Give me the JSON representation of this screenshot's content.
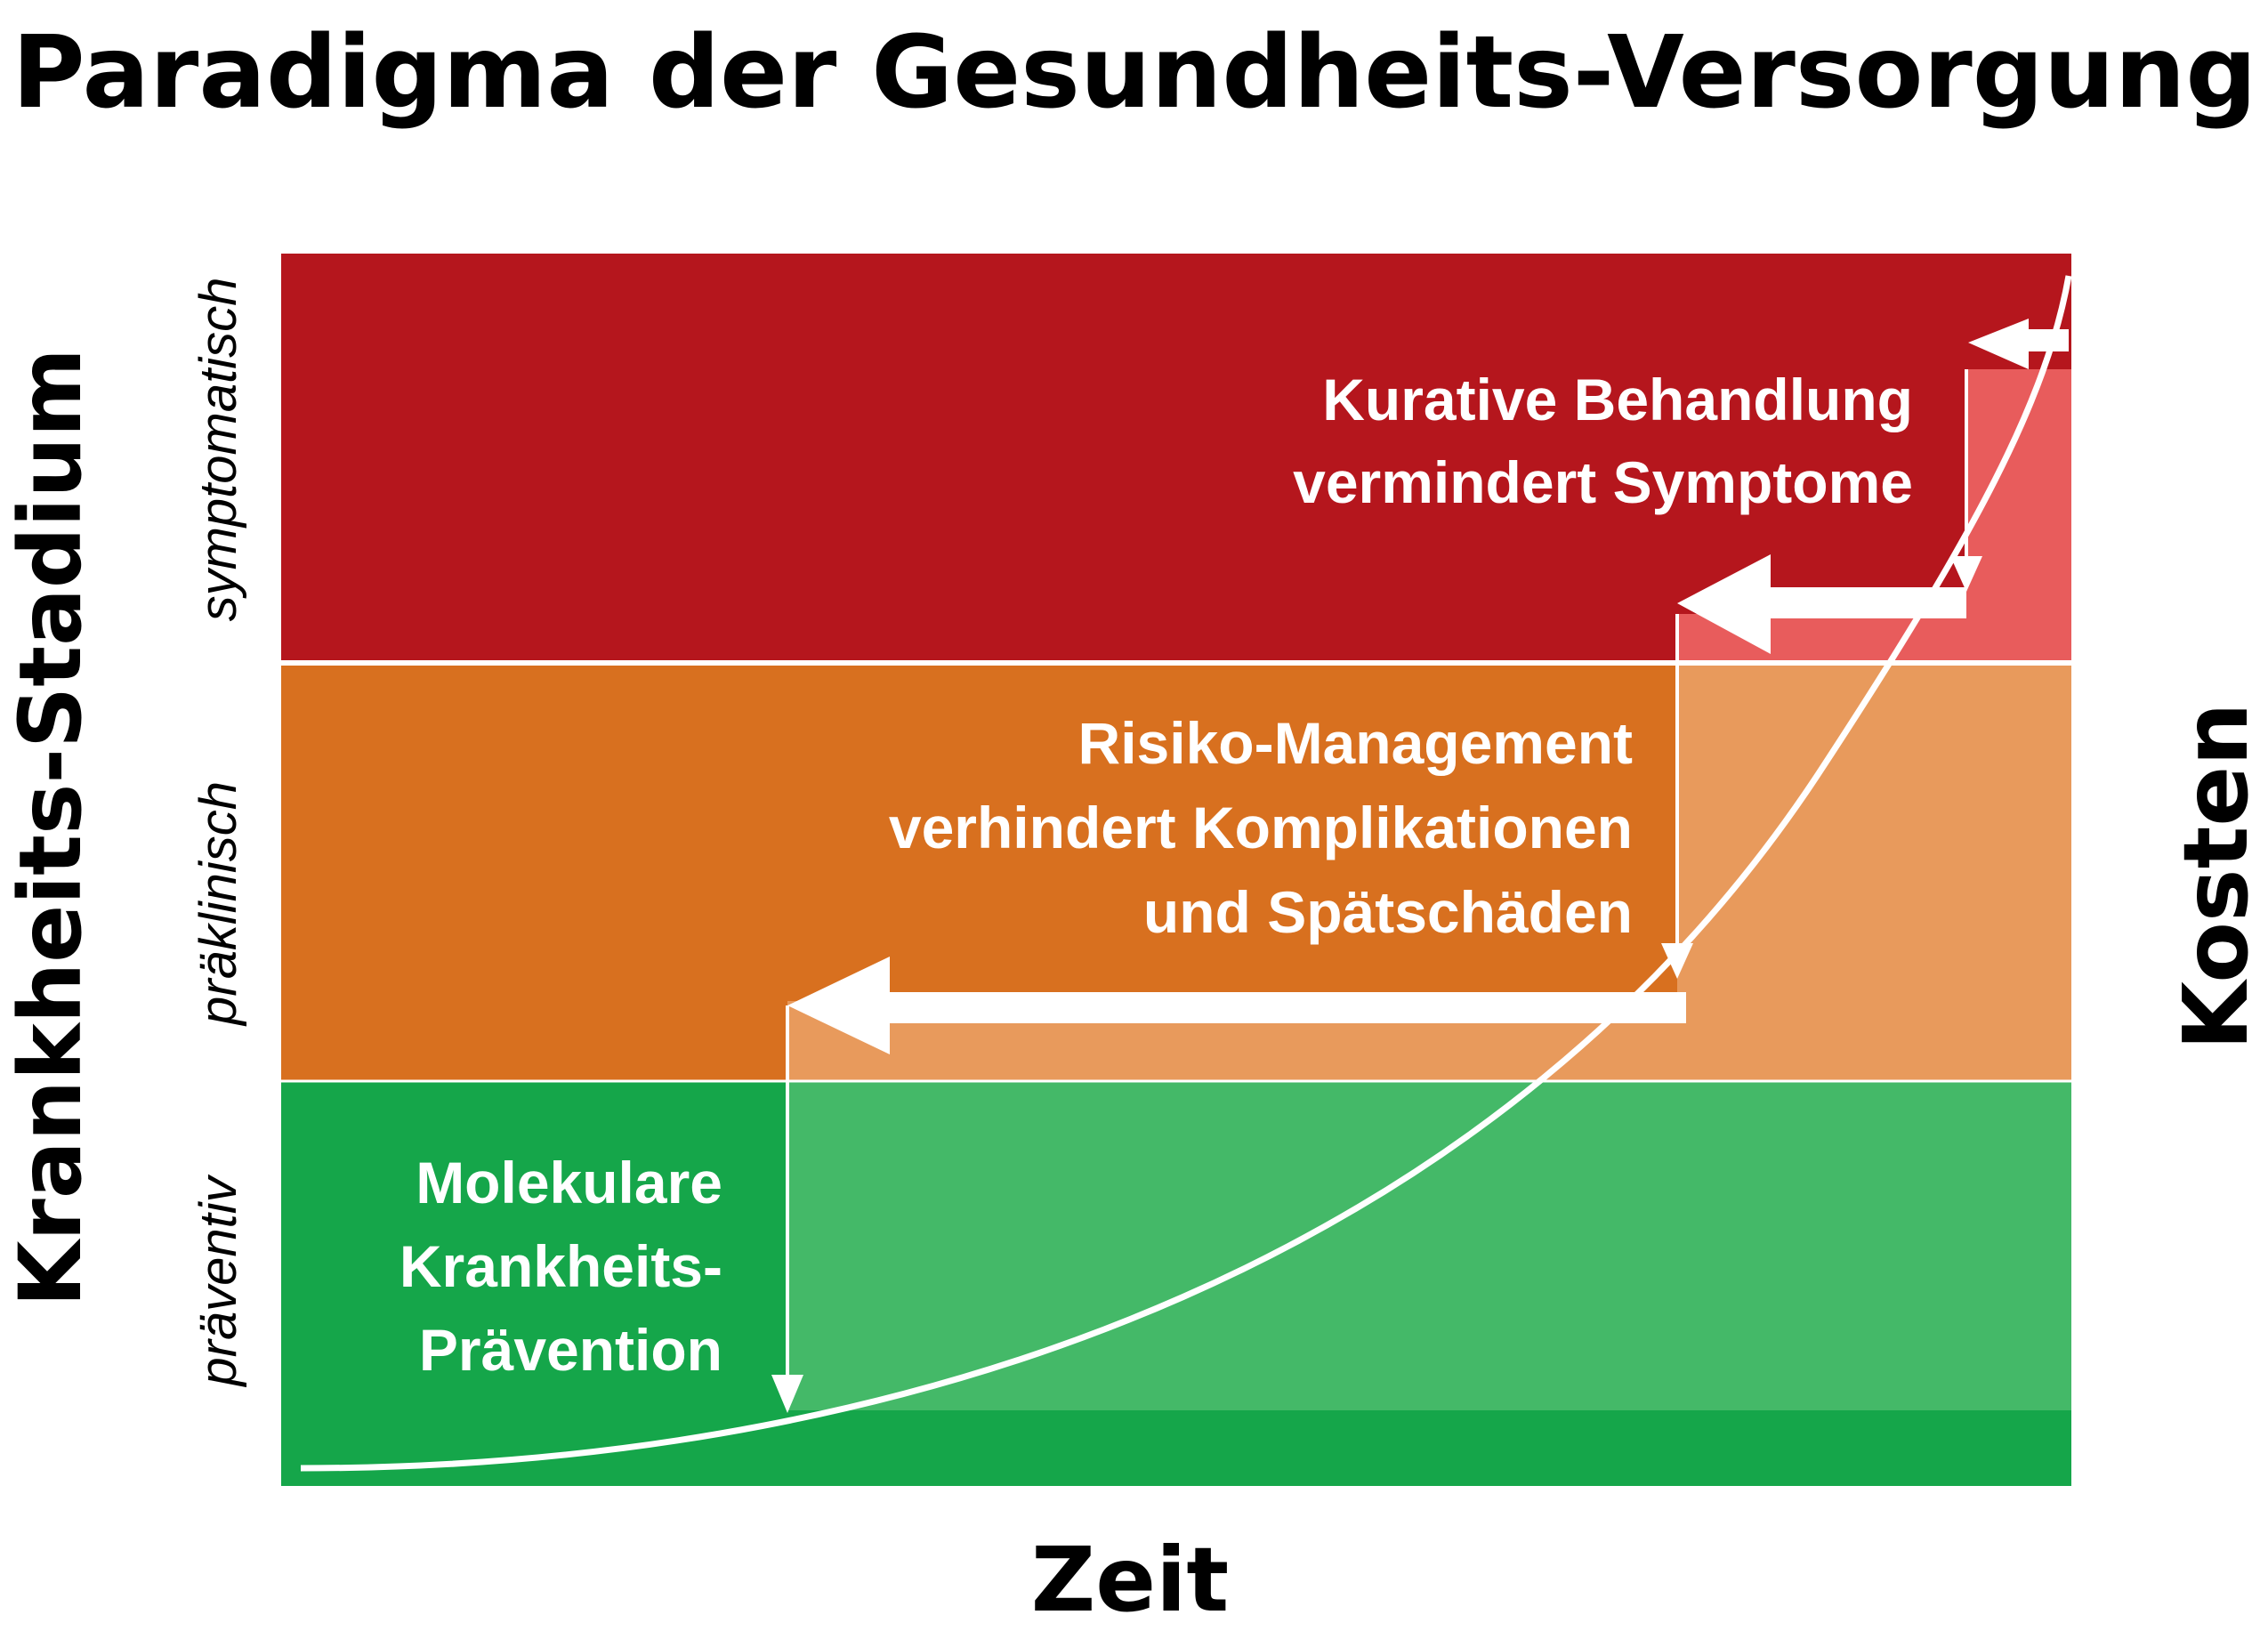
{
  "title": "Paradigma der Gesundheits-Versorgung",
  "axes": {
    "left": "Krankheits-Stadium",
    "right": "Kosten",
    "bottom": "Zeit"
  },
  "stages": {
    "symptomatic": "symptomatisch",
    "preclinical": "präklinisch",
    "preventive": "präventiv"
  },
  "interventions": {
    "curative": {
      "line1": "Kurative Behandlung",
      "line2": "vermindert Symptome"
    },
    "risk": {
      "line1": "Risiko-Management",
      "line2": "verhindert Komplikationen",
      "line3": "und Spätschäden"
    },
    "molecular": {
      "line1": "Molekulare",
      "line2": "Krankheits-",
      "line3": "Prävention"
    }
  },
  "colors": {
    "red_band": "#b5161d",
    "red_light": "#e85c5c",
    "orange_band": "#d8701f",
    "orange_light": "#e89a5c",
    "green_band": "#15a64a",
    "green_light": "#44b968",
    "curve": "#ffffff",
    "arrows": "#ffffff"
  }
}
